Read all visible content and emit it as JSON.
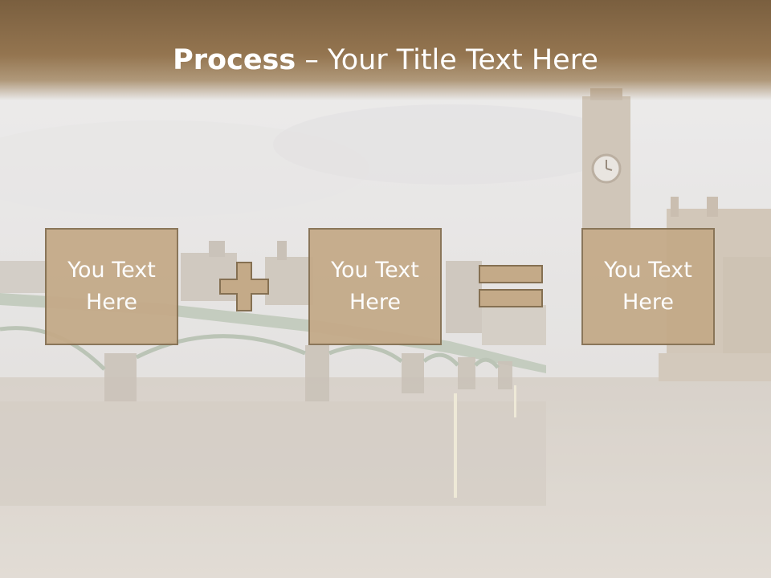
{
  "slide": {
    "title_bold": "Process",
    "title_rest": " – Your Title Text Here",
    "boxes": [
      {
        "text": "You Text Here"
      },
      {
        "text": "You Text Here"
      },
      {
        "text": "You Text Here"
      }
    ],
    "operators": [
      "plus-icon",
      "equals-icon"
    ],
    "colors": {
      "title_band": "#8a6b47",
      "box_fill": "#c4aa88",
      "box_border": "#857052",
      "text": "#ffffff"
    },
    "background_image": "london-westminster-bridge-big-ben-photo"
  }
}
